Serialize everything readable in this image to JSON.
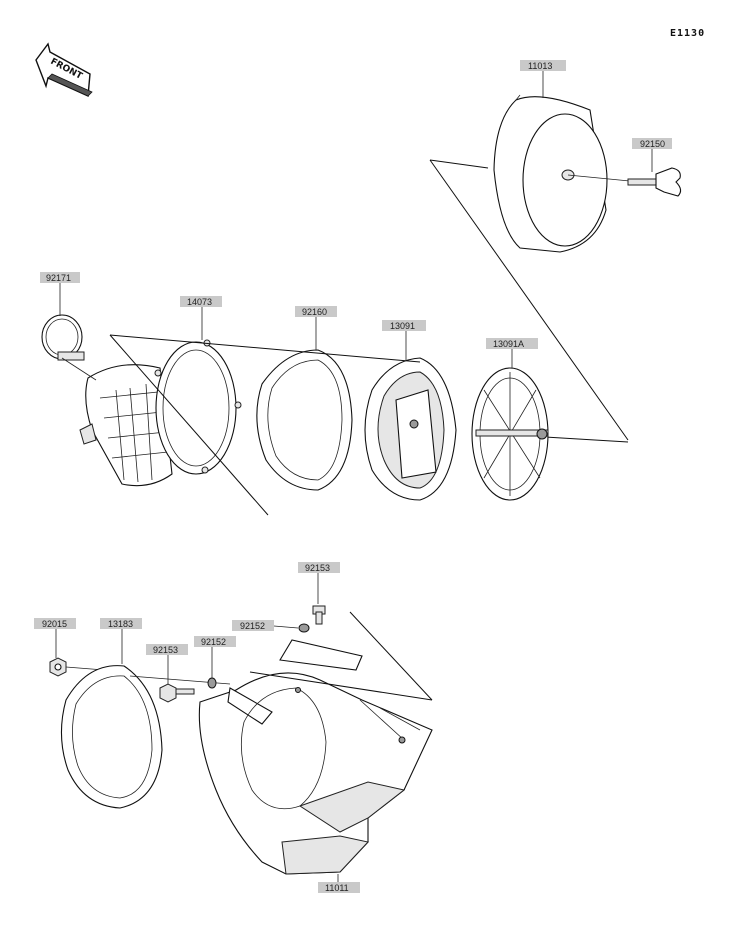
{
  "reference_code": "E1130",
  "front_label": "FRONT",
  "parts": {
    "air_cleaner_cover": "11013",
    "wing_bolt": "92150",
    "band": "92171",
    "holder": "14073",
    "gasket_top": "92160",
    "element_holder": "13091",
    "element_holder_a": "13091A",
    "bolt_upper": "92153",
    "washer_upper": "92152",
    "nut": "92015",
    "plate_gasket": "13183",
    "bolt_lower": "92153",
    "washer_lower": "92152",
    "air_cleaner_case": "11011"
  }
}
